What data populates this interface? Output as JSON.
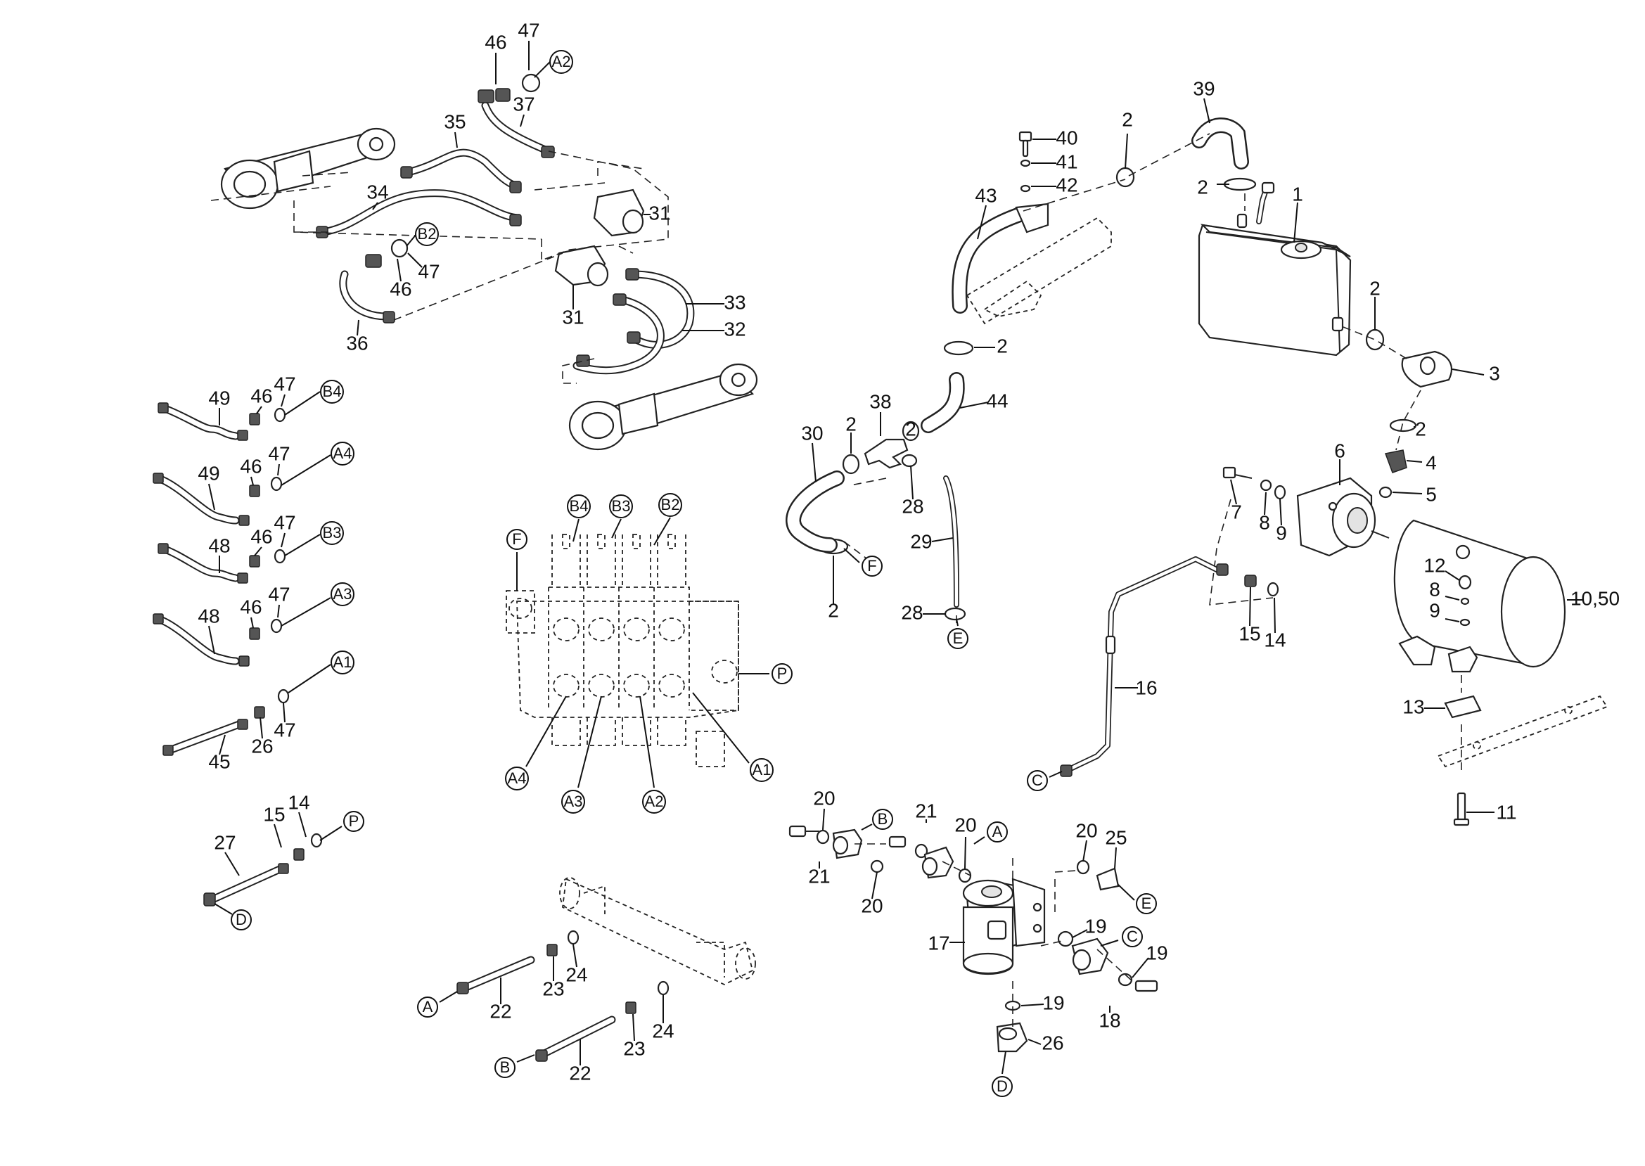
{
  "diagram": {
    "part_labels": [
      "1",
      "2",
      "3",
      "4",
      "5",
      "6",
      "7",
      "8",
      "9",
      "10,50",
      "11",
      "12",
      "13",
      "14",
      "15",
      "16",
      "17",
      "18",
      "19",
      "20",
      "21",
      "22",
      "23",
      "24",
      "25",
      "26",
      "27",
      "28",
      "29",
      "30",
      "31",
      "32",
      "33",
      "34",
      "35",
      "36",
      "37",
      "38",
      "39",
      "40",
      "41",
      "42",
      "43",
      "44",
      "45",
      "46",
      "47",
      "48",
      "49"
    ],
    "connection_labels": [
      "A",
      "B",
      "C",
      "D",
      "E",
      "F",
      "P",
      "A1",
      "A2",
      "A3",
      "A4",
      "B2",
      "B3",
      "B4"
    ]
  }
}
